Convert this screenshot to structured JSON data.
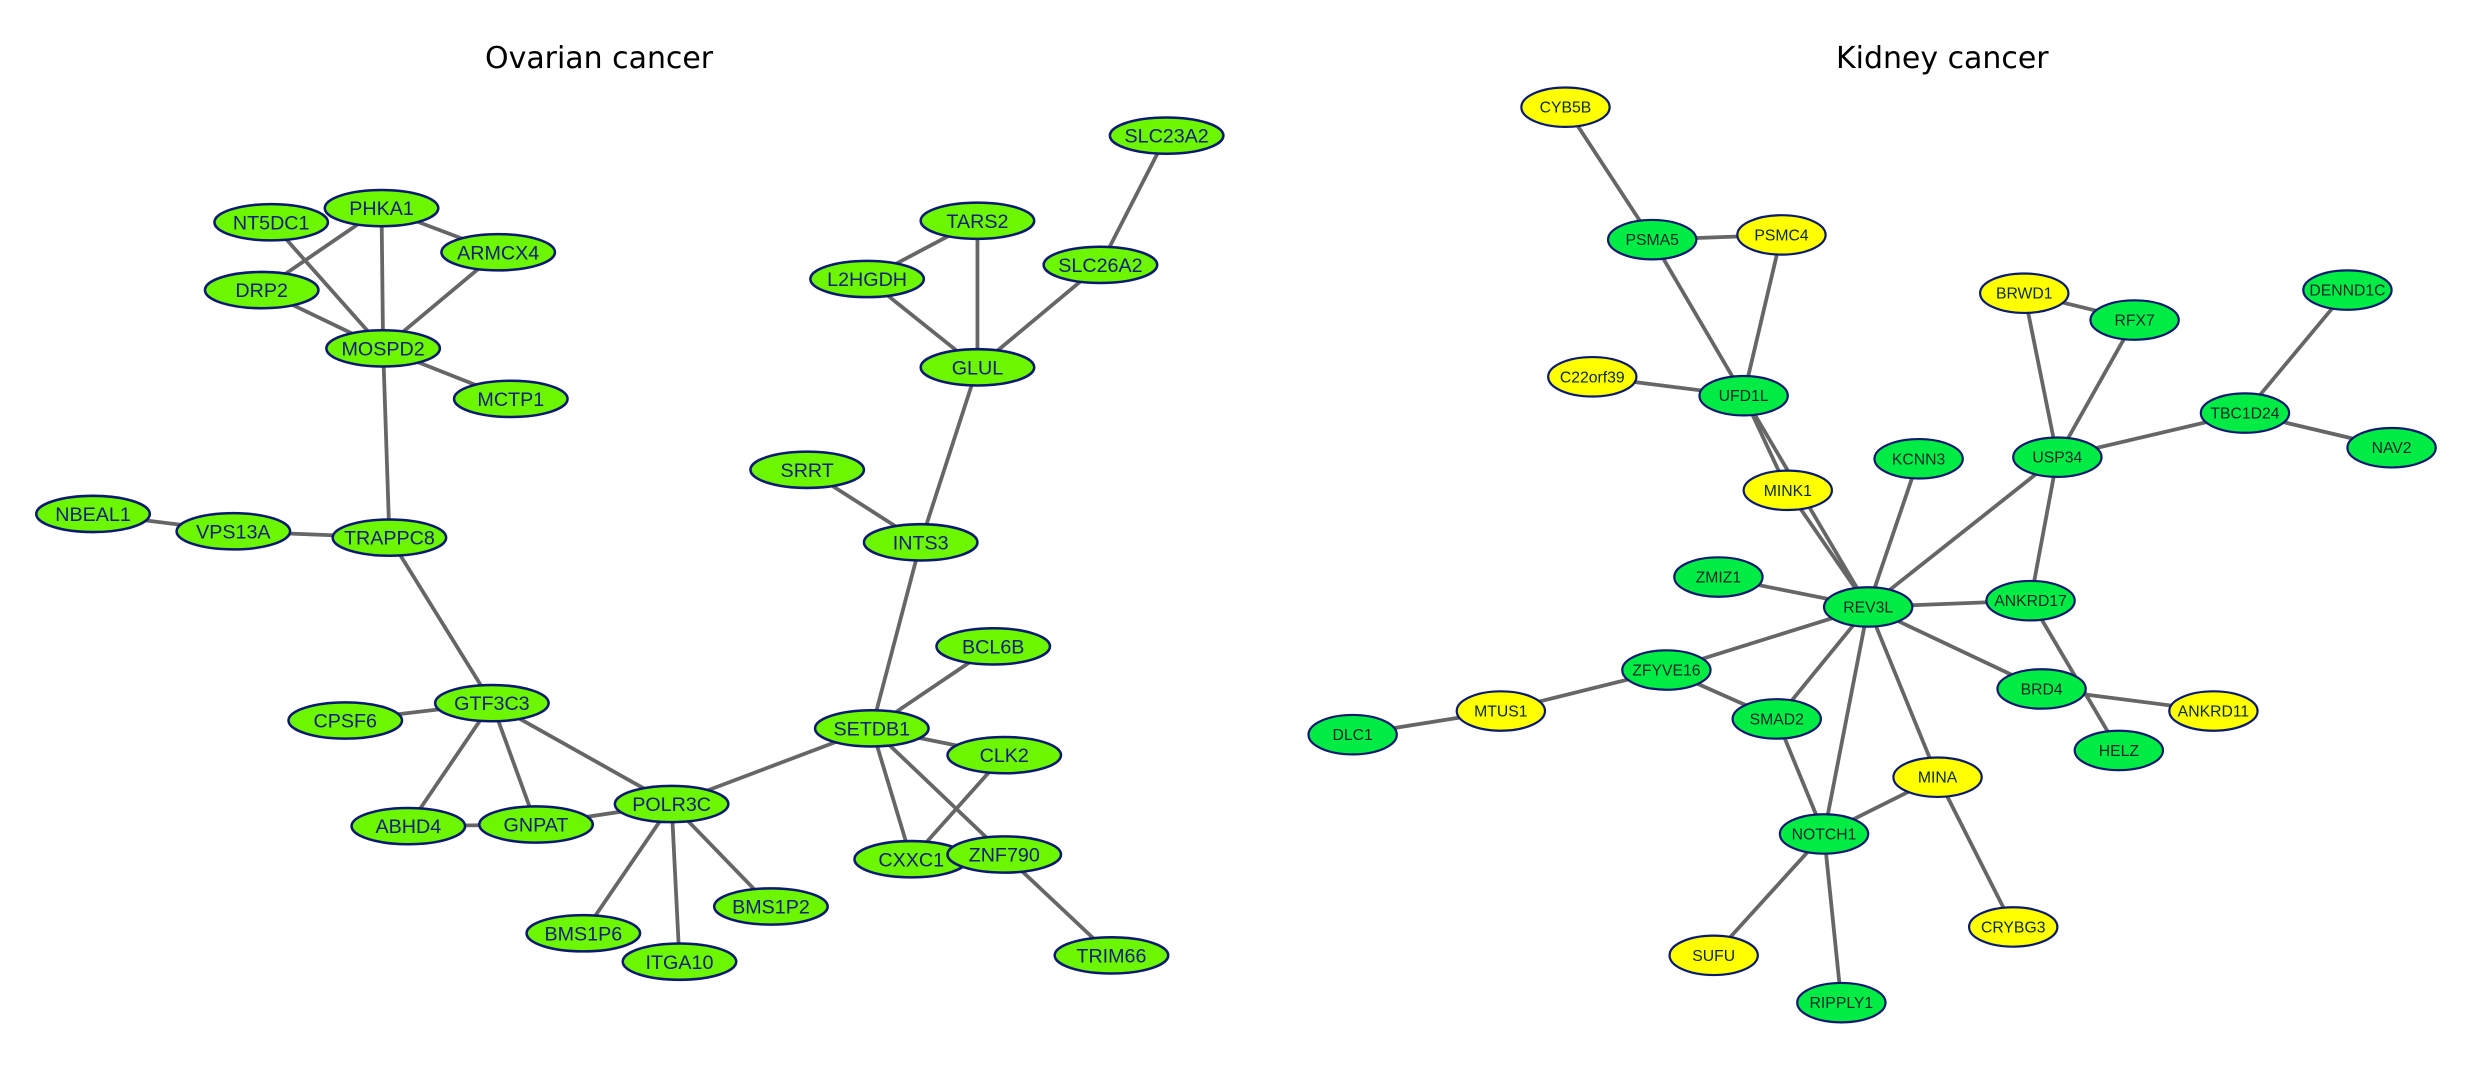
{
  "colors": {
    "ovarian_node": "#6cf600",
    "kidney_green": "#00ec44",
    "kidney_yellow": "#ffff00",
    "edge": "#666666"
  },
  "panels": [
    {
      "title": "Ovarian cancer",
      "nodes": [
        {
          "id": "NT5DC1",
          "color": "green"
        },
        {
          "id": "PHKA1",
          "color": "green"
        },
        {
          "id": "ARMCX4",
          "color": "green"
        },
        {
          "id": "DRP2",
          "color": "green"
        },
        {
          "id": "MOSPD2",
          "color": "green"
        },
        {
          "id": "MCTP1",
          "color": "green"
        },
        {
          "id": "NBEAL1",
          "color": "green"
        },
        {
          "id": "VPS13A",
          "color": "green"
        },
        {
          "id": "TRAPPC8",
          "color": "green"
        },
        {
          "id": "GTF3C3",
          "color": "green"
        },
        {
          "id": "CPSF6",
          "color": "green"
        },
        {
          "id": "ABHD4",
          "color": "green"
        },
        {
          "id": "GNPAT",
          "color": "green"
        },
        {
          "id": "POLR3C",
          "color": "green"
        },
        {
          "id": "BMS1P6",
          "color": "green"
        },
        {
          "id": "ITGA10",
          "color": "green"
        },
        {
          "id": "BMS1P2",
          "color": "green"
        },
        {
          "id": "SETDB1",
          "color": "green"
        },
        {
          "id": "BCL6B",
          "color": "green"
        },
        {
          "id": "CLK2",
          "color": "green"
        },
        {
          "id": "CXXC1",
          "color": "green"
        },
        {
          "id": "ZNF790",
          "color": "green"
        },
        {
          "id": "TRIM66",
          "color": "green"
        },
        {
          "id": "INTS3",
          "color": "green"
        },
        {
          "id": "SRRT",
          "color": "green"
        },
        {
          "id": "GLUL",
          "color": "green"
        },
        {
          "id": "L2HGDH",
          "color": "green"
        },
        {
          "id": "TARS2",
          "color": "green"
        },
        {
          "id": "SLC26A2",
          "color": "green"
        },
        {
          "id": "SLC23A2",
          "color": "green"
        }
      ],
      "edges": [
        [
          "NT5DC1",
          "MOSPD2"
        ],
        [
          "PHKA1",
          "DRP2"
        ],
        [
          "PHKA1",
          "MOSPD2"
        ],
        [
          "PHKA1",
          "ARMCX4"
        ],
        [
          "ARMCX4",
          "MOSPD2"
        ],
        [
          "DRP2",
          "MOSPD2"
        ],
        [
          "MOSPD2",
          "MCTP1"
        ],
        [
          "MOSPD2",
          "TRAPPC8"
        ],
        [
          "NBEAL1",
          "VPS13A"
        ],
        [
          "VPS13A",
          "TRAPPC8"
        ],
        [
          "TRAPPC8",
          "GTF3C3"
        ],
        [
          "GTF3C3",
          "CPSF6"
        ],
        [
          "GTF3C3",
          "ABHD4"
        ],
        [
          "GTF3C3",
          "GNPAT"
        ],
        [
          "GTF3C3",
          "POLR3C"
        ],
        [
          "ABHD4",
          "GNPAT"
        ],
        [
          "GNPAT",
          "POLR3C"
        ],
        [
          "POLR3C",
          "BMS1P6"
        ],
        [
          "POLR3C",
          "ITGA10"
        ],
        [
          "POLR3C",
          "BMS1P2"
        ],
        [
          "POLR3C",
          "SETDB1"
        ],
        [
          "SETDB1",
          "BCL6B"
        ],
        [
          "SETDB1",
          "CLK2"
        ],
        [
          "SETDB1",
          "CXXC1"
        ],
        [
          "SETDB1",
          "ZNF790"
        ],
        [
          "ZNF790",
          "TRIM66"
        ],
        [
          "CLK2",
          "CXXC1"
        ],
        [
          "SETDB1",
          "INTS3"
        ],
        [
          "INTS3",
          "SRRT"
        ],
        [
          "INTS3",
          "GLUL"
        ],
        [
          "GLUL",
          "L2HGDH"
        ],
        [
          "GLUL",
          "TARS2"
        ],
        [
          "L2HGDH",
          "TARS2"
        ],
        [
          "GLUL",
          "SLC26A2"
        ],
        [
          "SLC26A2",
          "SLC23A2"
        ]
      ]
    },
    {
      "title": "Kidney cancer",
      "nodes": [
        {
          "id": "CYB5B",
          "color": "yellow"
        },
        {
          "id": "PSMA5",
          "color": "green"
        },
        {
          "id": "PSMC4",
          "color": "yellow"
        },
        {
          "id": "C22orf39",
          "color": "yellow"
        },
        {
          "id": "UFD1L",
          "color": "green"
        },
        {
          "id": "BRWD1",
          "color": "yellow"
        },
        {
          "id": "RFX7",
          "color": "green"
        },
        {
          "id": "DENND1C",
          "color": "green"
        },
        {
          "id": "TBC1D24",
          "color": "green"
        },
        {
          "id": "NAV2",
          "color": "green"
        },
        {
          "id": "USP34",
          "color": "green"
        },
        {
          "id": "KCNN3",
          "color": "green"
        },
        {
          "id": "MINK1",
          "color": "yellow"
        },
        {
          "id": "ZMIZ1",
          "color": "green"
        },
        {
          "id": "REV3L",
          "color": "green"
        },
        {
          "id": "ANKRD17",
          "color": "green"
        },
        {
          "id": "ZFYVE16",
          "color": "green"
        },
        {
          "id": "MTUS1",
          "color": "yellow"
        },
        {
          "id": "DLC1",
          "color": "green"
        },
        {
          "id": "SMAD2",
          "color": "green"
        },
        {
          "id": "BRD4",
          "color": "green"
        },
        {
          "id": "ANKRD11",
          "color": "yellow"
        },
        {
          "id": "HELZ",
          "color": "green"
        },
        {
          "id": "MINA",
          "color": "yellow"
        },
        {
          "id": "NOTCH1",
          "color": "green"
        },
        {
          "id": "CRYBG3",
          "color": "yellow"
        },
        {
          "id": "SUFU",
          "color": "yellow"
        },
        {
          "id": "RIPPLY1",
          "color": "green"
        }
      ],
      "edges": [
        [
          "CYB5B",
          "PSMA5"
        ],
        [
          "PSMA5",
          "PSMC4"
        ],
        [
          "PSMA5",
          "UFD1L"
        ],
        [
          "PSMC4",
          "UFD1L"
        ],
        [
          "C22orf39",
          "UFD1L"
        ],
        [
          "UFD1L",
          "MINK1"
        ],
        [
          "MINK1",
          "REV3L"
        ],
        [
          "UFD1L",
          "REV3L"
        ],
        [
          "BRWD1",
          "RFX7"
        ],
        [
          "BRWD1",
          "USP34"
        ],
        [
          "RFX7",
          "USP34"
        ],
        [
          "DENND1C",
          "TBC1D24"
        ],
        [
          "TBC1D24",
          "NAV2"
        ],
        [
          "USP34",
          "TBC1D24"
        ],
        [
          "USP34",
          "REV3L"
        ],
        [
          "USP34",
          "ANKRD17"
        ],
        [
          "KCNN3",
          "REV3L"
        ],
        [
          "ZMIZ1",
          "REV3L"
        ],
        [
          "REV3L",
          "ANKRD17"
        ],
        [
          "REV3L",
          "ZFYVE16"
        ],
        [
          "REV3L",
          "SMAD2"
        ],
        [
          "REV3L",
          "NOTCH1"
        ],
        [
          "REV3L",
          "MINA"
        ],
        [
          "REV3L",
          "BRD4"
        ],
        [
          "ANKRD17",
          "HELZ"
        ],
        [
          "BRD4",
          "ANKRD11"
        ],
        [
          "ZFYVE16",
          "MTUS1"
        ],
        [
          "MTUS1",
          "DLC1"
        ],
        [
          "ZFYVE16",
          "SMAD2"
        ],
        [
          "SMAD2",
          "NOTCH1"
        ],
        [
          "NOTCH1",
          "MINA"
        ],
        [
          "MINA",
          "CRYBG3"
        ],
        [
          "NOTCH1",
          "SUFU"
        ],
        [
          "NOTCH1",
          "RIPPLY1"
        ]
      ]
    }
  ]
}
